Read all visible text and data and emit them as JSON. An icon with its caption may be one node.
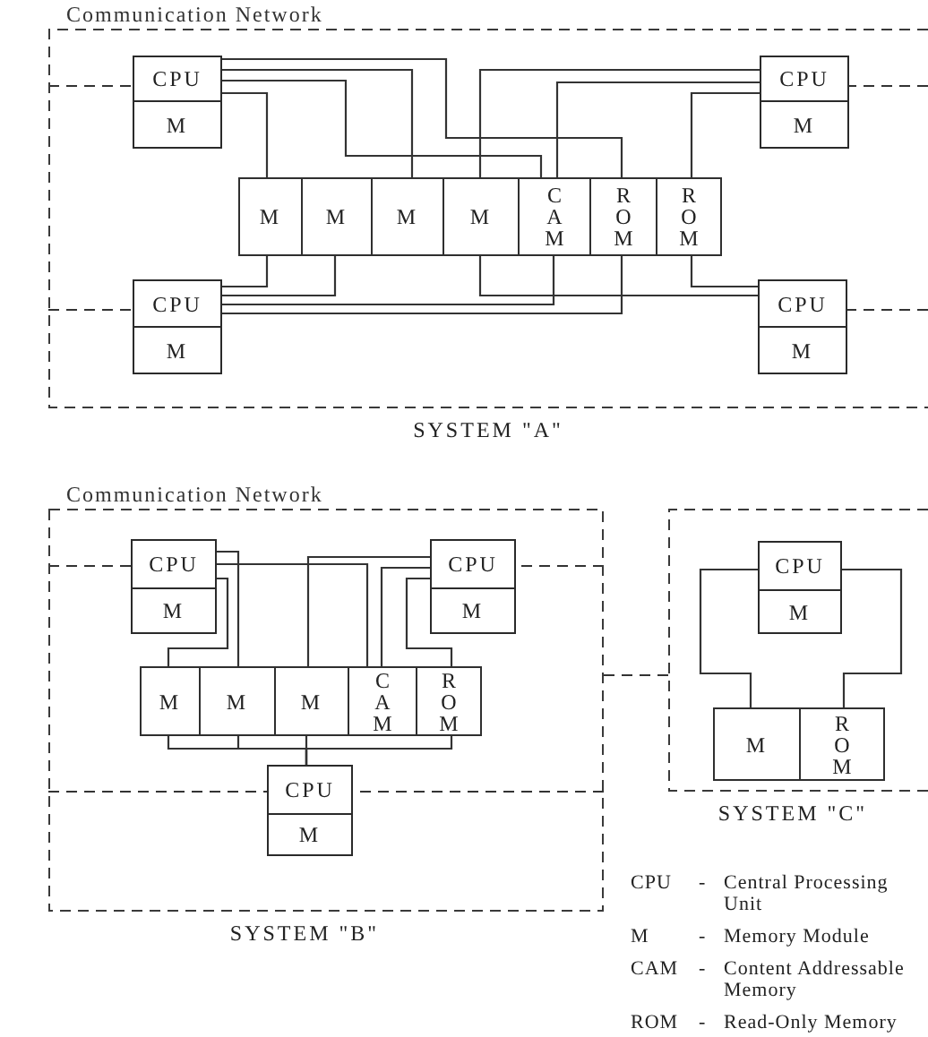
{
  "diagram": {
    "nodes": [
      {
        "text": [
          "SYSTEM \"A\""
        ],
        "beside": [
          "Communication Network"
        ]
      },
      {
        "text": [
          "CPU"
        ],
        "in": 0
      },
      {
        "text": [
          "M"
        ],
        "in": 0
      },
      {
        "text": [
          "CPU"
        ],
        "in": 0
      },
      {
        "text": [
          "M"
        ],
        "in": 0
      },
      {
        "text": [
          "M"
        ],
        "in": 0
      },
      {
        "text": [
          "M"
        ],
        "in": 0
      },
      {
        "text": [
          "M"
        ],
        "in": 0
      },
      {
        "text": [
          "M"
        ],
        "in": 0
      },
      {
        "text": [
          "CAM"
        ],
        "in": 0
      },
      {
        "text": [
          "ROM"
        ],
        "in": 0
      },
      {
        "text": [
          "ROM"
        ],
        "in": 0
      },
      {
        "text": [
          "CPU"
        ],
        "in": 0
      },
      {
        "text": [
          "M"
        ],
        "in": 0
      },
      {
        "text": [
          "CPU"
        ],
        "in": 0
      },
      {
        "text": [
          "M"
        ],
        "in": 0
      },
      {
        "text": [
          "SYSTEM \"B\""
        ],
        "beside": [
          "Communication Network"
        ]
      },
      {
        "text": [
          "CPU"
        ],
        "in": 16
      },
      {
        "text": [
          "M"
        ],
        "in": 16
      },
      {
        "text": [
          "CPU"
        ],
        "in": 16
      },
      {
        "text": [
          "M"
        ],
        "in": 16
      },
      {
        "text": [
          "M"
        ],
        "in": 16
      },
      {
        "text": [
          "M"
        ],
        "in": 16
      },
      {
        "text": [
          "M"
        ],
        "in": 16
      },
      {
        "text": [
          "CAM"
        ],
        "in": 16
      },
      {
        "text": [
          "ROM"
        ],
        "in": 16
      },
      {
        "text": [
          "CPU"
        ],
        "in": 16
      },
      {
        "text": [
          "M"
        ],
        "in": 16
      },
      {
        "text": [
          "SYSTEM \"C\""
        ]
      },
      {
        "text": [
          "CPU"
        ],
        "in": 28
      },
      {
        "text": [
          "M"
        ],
        "in": 28
      },
      {
        "text": [
          "M"
        ],
        "in": 28
      },
      {
        "text": [
          "ROM"
        ],
        "in": 28
      }
    ],
    "edges": [
      {
        "from": 1,
        "to": 10,
        "arrow": "none"
      },
      {
        "from": 1,
        "to": 7,
        "arrow": "none"
      },
      {
        "from": 1,
        "to": 9,
        "arrow": "none"
      },
      {
        "from": 1,
        "to": 5,
        "arrow": "none"
      },
      {
        "from": 3,
        "to": 8,
        "arrow": "none"
      },
      {
        "from": 3,
        "to": 9,
        "arrow": "none"
      },
      {
        "from": 3,
        "to": 11,
        "arrow": "none"
      },
      {
        "from": 12,
        "to": 5,
        "arrow": "none"
      },
      {
        "from": 12,
        "to": 6,
        "arrow": "none"
      },
      {
        "from": 12,
        "to": 9,
        "arrow": "none"
      },
      {
        "from": 12,
        "to": 10,
        "arrow": "none"
      },
      {
        "from": 14,
        "to": 11,
        "arrow": "none"
      },
      {
        "from": 14,
        "to": 8,
        "arrow": "none"
      },
      {
        "from": 0,
        "to": 1,
        "arrow": "none",
        "style": "dashed"
      },
      {
        "from": 0,
        "to": 12,
        "arrow": "none",
        "style": "dashed"
      },
      {
        "from": 0,
        "to": 3,
        "arrow": "none",
        "style": "dashed"
      },
      {
        "from": 0,
        "to": 14,
        "arrow": "none",
        "style": "dashed"
      },
      {
        "from": 17,
        "to": 22,
        "arrow": "none"
      },
      {
        "from": 17,
        "to": 24,
        "arrow": "none"
      },
      {
        "from": 17,
        "to": 21,
        "arrow": "none"
      },
      {
        "from": 19,
        "to": 23,
        "arrow": "none"
      },
      {
        "from": 19,
        "to": 24,
        "arrow": "none"
      },
      {
        "from": 19,
        "to": 25,
        "arrow": "none"
      },
      {
        "from": 26,
        "to": 21,
        "arrow": "none"
      },
      {
        "from": 26,
        "to": 22,
        "arrow": "none"
      },
      {
        "from": 26,
        "to": 23,
        "arrow": "none"
      },
      {
        "from": 26,
        "to": 25,
        "arrow": "none"
      },
      {
        "from": 16,
        "to": 17,
        "arrow": "none",
        "style": "dashed"
      },
      {
        "from": 16,
        "to": 19,
        "arrow": "none",
        "style": "dashed"
      },
      {
        "from": 16,
        "to": 26,
        "arrow": "none",
        "style": "dashed"
      },
      {
        "from": 16,
        "to": 26,
        "arrow": "none",
        "style": "dashed"
      },
      {
        "from": 16,
        "to": 28,
        "arrow": "none",
        "style": "dashed"
      },
      {
        "from": 29,
        "to": 31,
        "arrow": "none"
      },
      {
        "from": 29,
        "to": 32,
        "arrow": "none"
      }
    ],
    "labels": [
      "CPU",
      "-",
      "Central Processing Unit",
      "M",
      "-",
      "Memory Module",
      "CAM",
      "-",
      "Content Addressable Memory",
      "ROM",
      "-",
      "Read-Only Memory"
    ]
  }
}
